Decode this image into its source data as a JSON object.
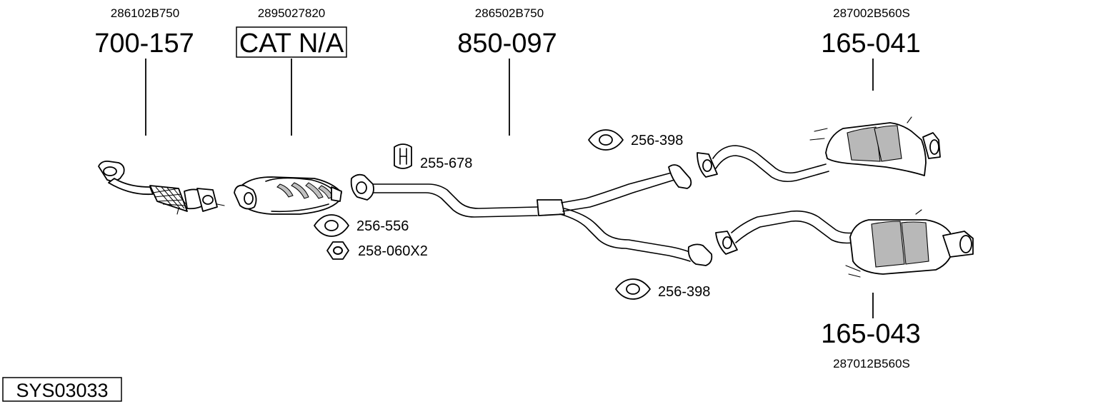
{
  "diagram": {
    "system_code": "SYS03033",
    "components": [
      {
        "part_number": "700-157",
        "oem_number": "286102B750"
      },
      {
        "part_number": "CAT N/A",
        "oem_number": "2895027820"
      },
      {
        "part_number": "850-097",
        "oem_number": "286502B750"
      },
      {
        "part_number": "165-041",
        "oem_number": "287002B560S"
      },
      {
        "part_number": "165-043",
        "oem_number": "287012B560S"
      }
    ],
    "accessories": [
      {
        "part_number": "255-678",
        "icon": "hanger-icon"
      },
      {
        "part_number": "256-398",
        "icon": "gasket-icon"
      },
      {
        "part_number": "256-556",
        "icon": "gasket-icon"
      },
      {
        "part_number": "258-060X2",
        "icon": "nut-icon"
      },
      {
        "part_number": "256-398",
        "icon": "gasket-icon"
      }
    ]
  }
}
